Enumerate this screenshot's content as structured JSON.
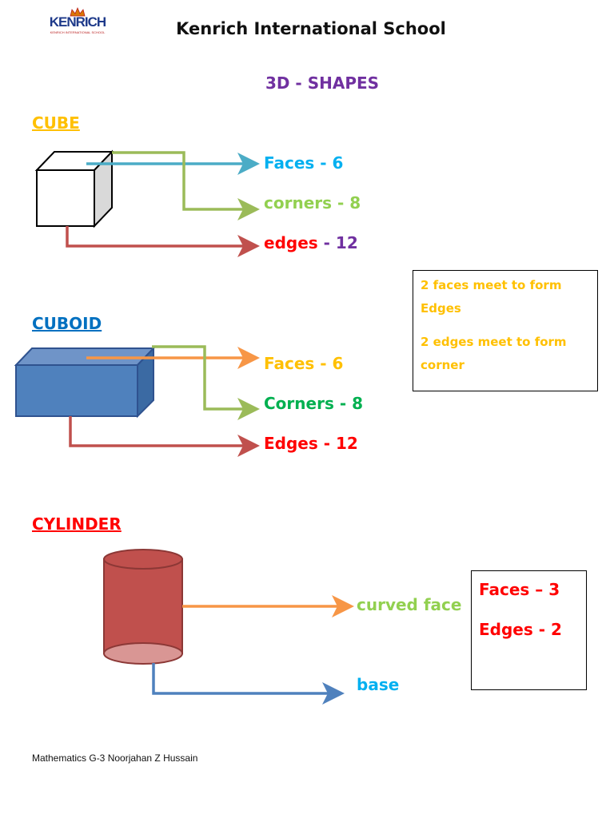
{
  "header": {
    "logo_text": "KENRICH",
    "logo_subtitle": "KENRICH INTERNATIONAL SCHOOL",
    "school_name": "Kenrich International School"
  },
  "page_title": "3D - SHAPES",
  "colors": {
    "purple": "#7030a0",
    "blue": "#00b0f0",
    "green": "#92d050",
    "dark_green": "#00b050",
    "red": "#ff0000",
    "orange": "#ffc000",
    "cuboid_fill": "#4f81bd",
    "cylinder_fill": "#c0504d"
  },
  "cube": {
    "heading": "CUBE",
    "faces": "Faces - 6",
    "corners": "corners - 8",
    "edges_word": "edges",
    "edges_count": "- 12"
  },
  "cuboid": {
    "heading": "CUBOID",
    "faces": "Faces - 6",
    "corners": "Corners - 8",
    "edges": "Edges - 12"
  },
  "note_box": {
    "line1": "2 faces meet to form",
    "line2": "Edges",
    "line3": "2 edges meet to form",
    "line4": "corner"
  },
  "cylinder": {
    "heading": "CYLINDER",
    "curved_face": "curved face",
    "base": "base",
    "faces": "Faces – 3",
    "edges": "Edges - 2"
  },
  "footer": "Mathematics G-3  Noorjahan Z Hussain"
}
